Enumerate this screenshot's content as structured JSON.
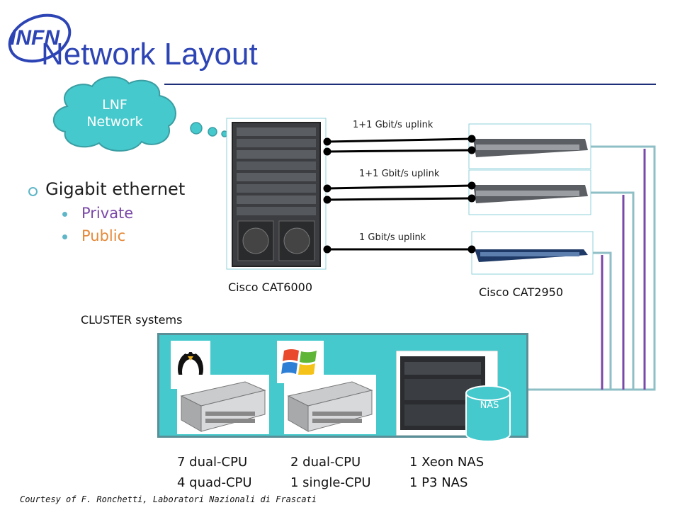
{
  "logo": {
    "text": "INFN"
  },
  "title": "Network Layout",
  "cloud": {
    "line1": "LNF",
    "line2": "Network"
  },
  "bullets": {
    "main": "Gigabit ethernet",
    "sub": [
      {
        "label": "Private",
        "color": "#7a48a8"
      },
      {
        "label": "Public",
        "color": "#e58a3a"
      }
    ]
  },
  "links": {
    "uplink1": "1+1 Gbit/s uplink",
    "uplink2": "1+1 Gbit/s uplink",
    "uplink3": "1 Gbit/s uplink"
  },
  "devices": {
    "core_switch": "Cisco CAT6000",
    "access_switch": "Cisco CAT2950"
  },
  "cluster": {
    "title": "CLUSTER systems",
    "groups": [
      {
        "line1": "7 dual-CPU",
        "line2": "4 quad-CPU"
      },
      {
        "line1": "2 dual-CPU",
        "line2": "1 single-CPU"
      },
      {
        "line1": "1 Xeon NAS",
        "line2": "1 P3 NAS"
      }
    ],
    "nas_badge": "NAS"
  },
  "credit": "Courtesy of F. Ronchetti, Laboratori Nazionali di Frascati",
  "colors": {
    "title": "#2d44b5",
    "cloud": "#45c9cc",
    "cluster_bg": "#45c9cc",
    "private_wire": "#7a48a8",
    "public_wire": "#8fbfc6"
  }
}
